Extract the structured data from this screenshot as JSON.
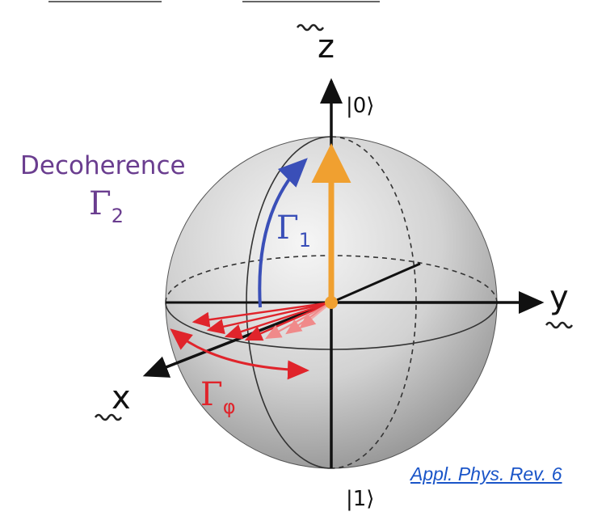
{
  "diagram": {
    "axes": {
      "z": "z",
      "y": "y",
      "x": "x"
    },
    "kets": {
      "north": "|0⟩",
      "south": "|1⟩"
    },
    "decoherence": {
      "label": "Decoherence",
      "symbol": "Γ",
      "subscript": "2"
    },
    "relaxation": {
      "symbol": "Γ",
      "subscript": "1"
    },
    "dephasing": {
      "symbol": "Γ",
      "subscript": "φ"
    },
    "citation": "Appl. Phys. Rev. 6",
    "colors": {
      "decoherence_label": "#6a3d8f",
      "relaxation_arrow": "#3a4fb8",
      "dephasing_arrows": "#e0242b",
      "state_vector": "#f0a030",
      "citation_link": "#1a55c8",
      "axes": "#111111"
    }
  }
}
